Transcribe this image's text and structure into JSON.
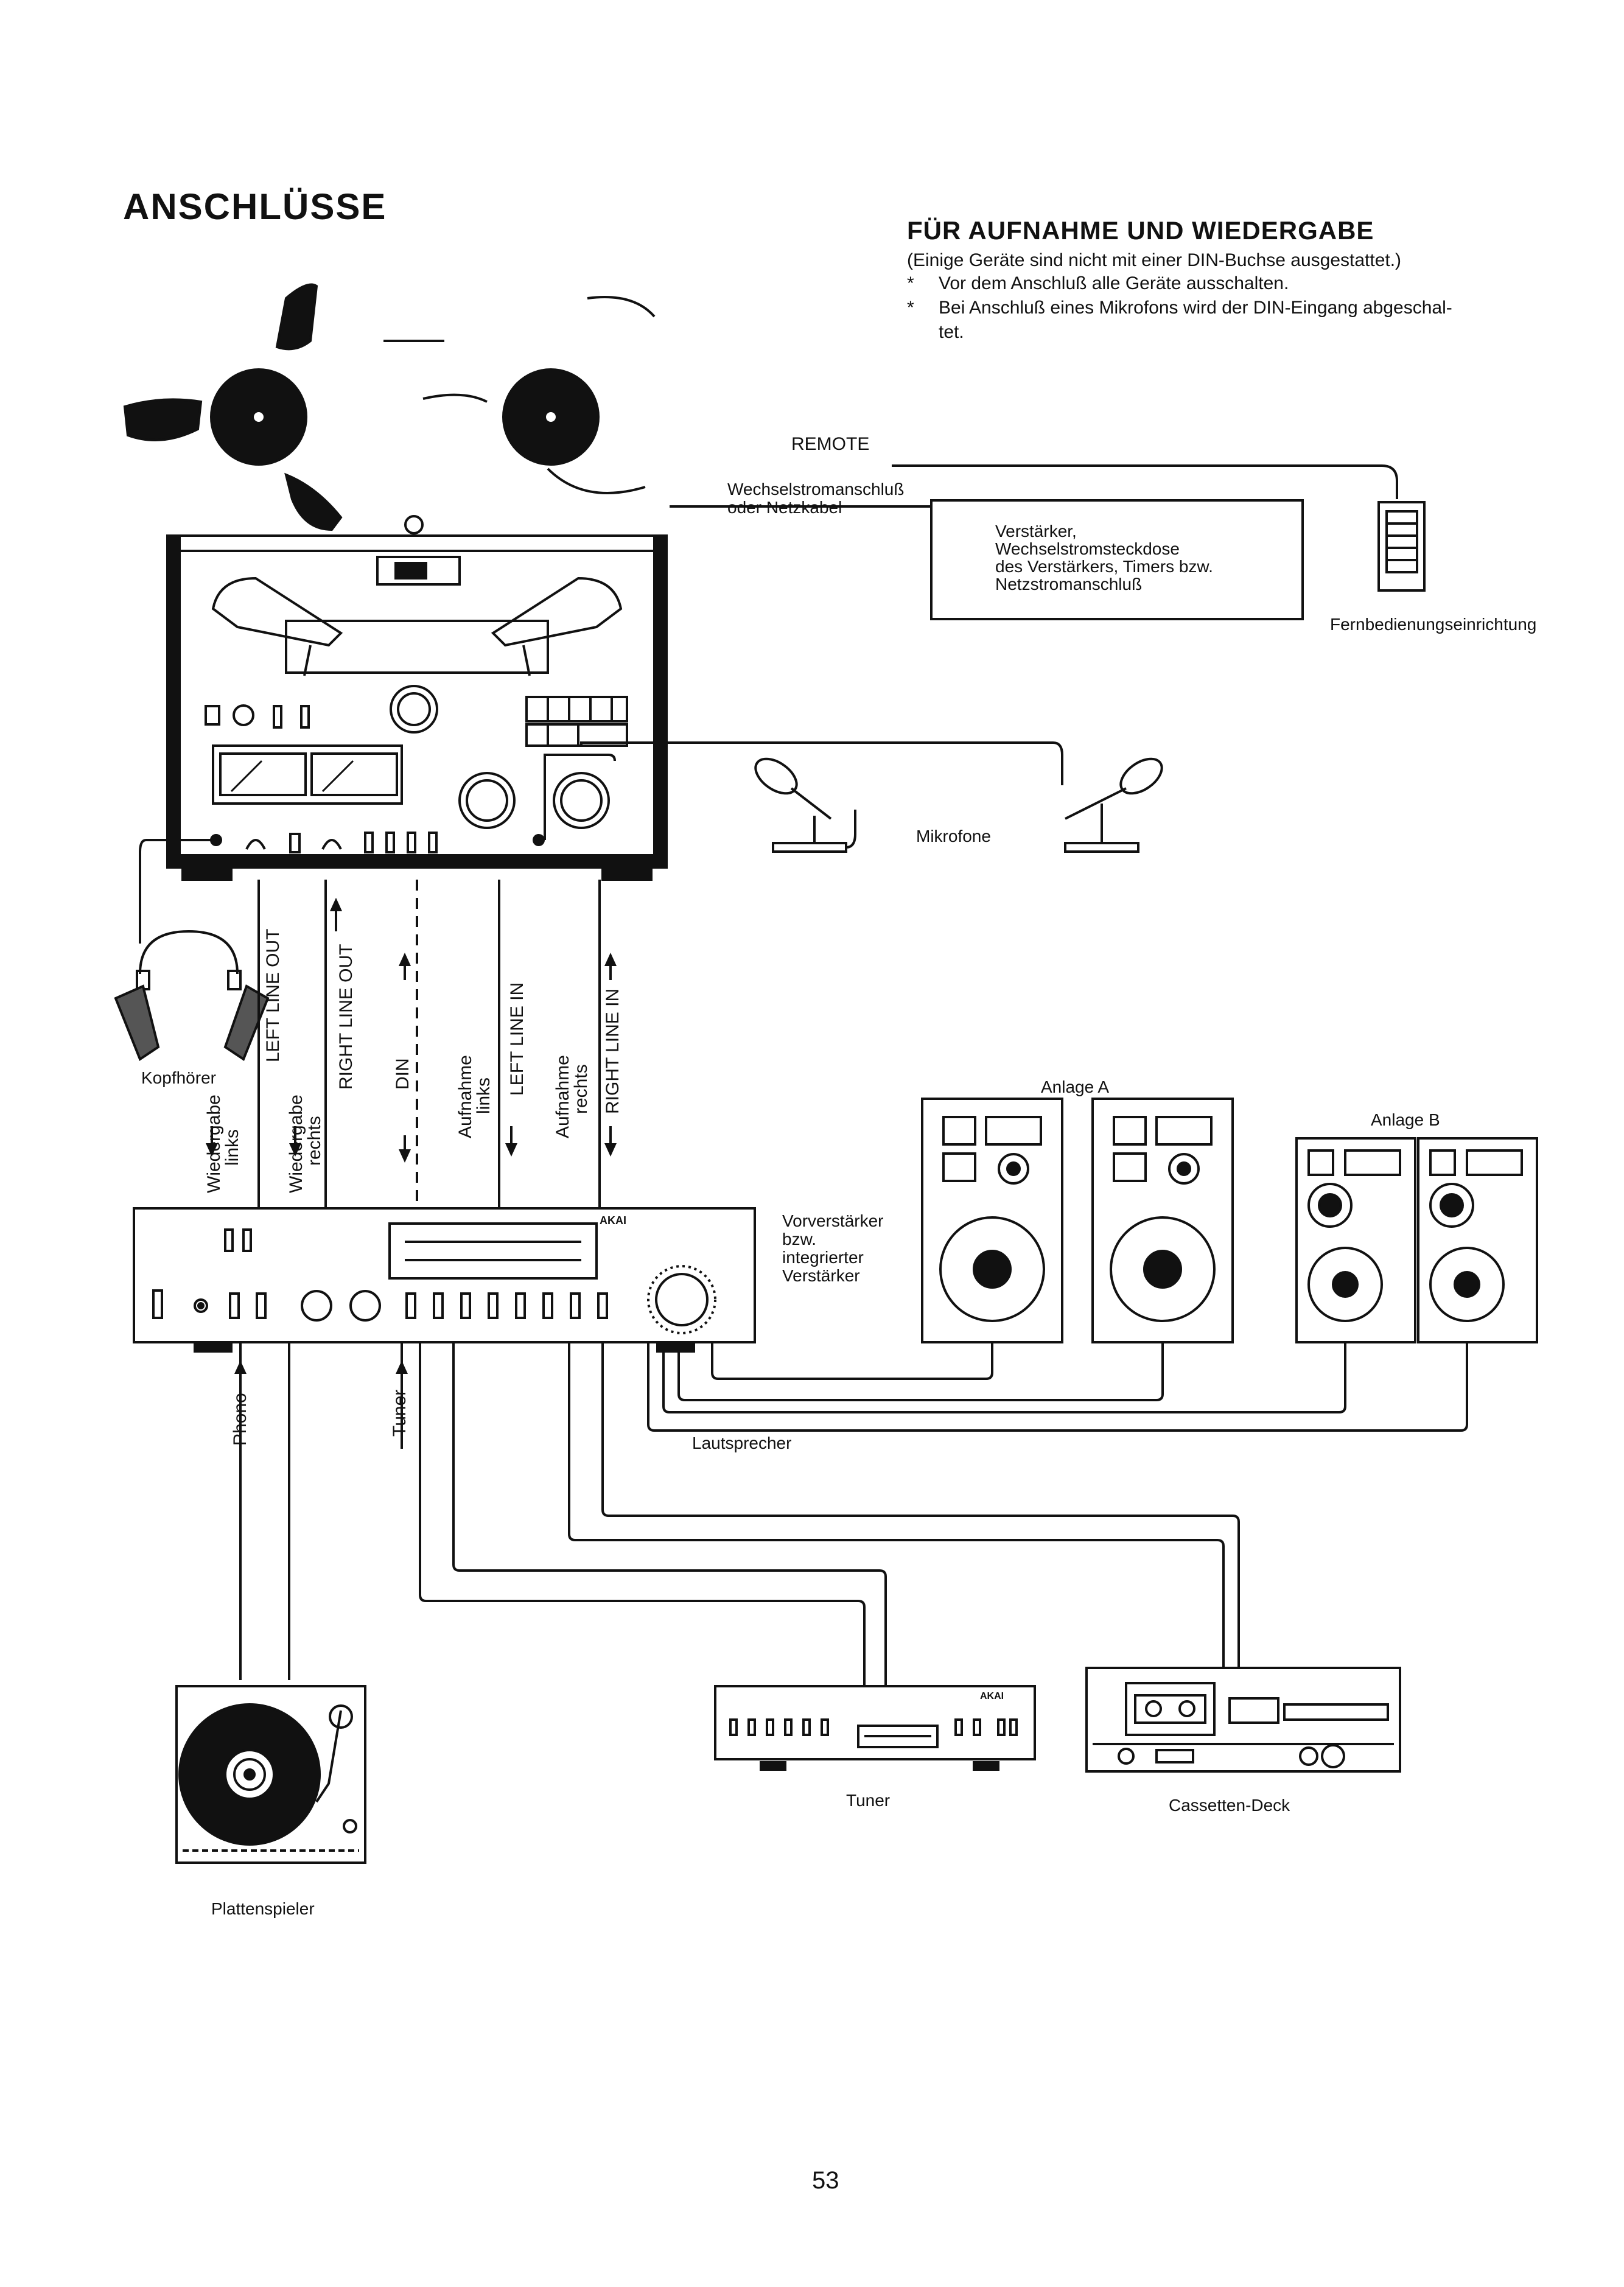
{
  "page": {
    "title": "ANSCHLÜSSE",
    "subtitle": "FÜR AUFNAHME UND WIEDERGABE",
    "intro": "(Einige Geräte sind nicht mit einer DIN-Buchse ausgestattet.)",
    "notes": [
      "Vor dem Anschluß alle Geräte ausschalten.",
      "Bei Anschluß eines Mikrofons wird der DIN-Eingang abgeschal-",
      "tet."
    ],
    "bullet": "*",
    "page_number": "53"
  },
  "labels": {
    "remote": "REMOTE",
    "ac_line1": "Wechselstromanschluß",
    "ac_line2": "oder Netzkabel",
    "amp_box": [
      "Verstärker,",
      "Wechselstromsteckdose",
      "des Verstärkers, Timers bzw.",
      "Netzstromanschluß"
    ],
    "remote_unit": "Fernbedienungseinrichtung",
    "microphones": "Mikrofone",
    "headphones": "Kopfhörer",
    "system_a": "Anlage A",
    "system_b": "Anlage B",
    "preamp": [
      "Vorverstärker",
      "bzw.",
      "integrierter",
      "Verstärker"
    ],
    "speakers": "Lautsprecher",
    "turntable": "Plattenspieler",
    "tuner": "Tuner",
    "cassette": "Cassetten-Deck",
    "brand": "AKAI"
  },
  "vertical_labels": {
    "left_line_out": "LEFT LINE OUT",
    "right_line_out": "RIGHT LINE OUT",
    "din": "DIN",
    "left_line_in": "LEFT LINE IN",
    "right_line_in": "RIGHT LINE IN",
    "playback_left": [
      "Wiedergabe",
      "links"
    ],
    "playback_right": [
      "Wiedergabe",
      "rechts"
    ],
    "record_left": [
      "Aufnahme",
      "links"
    ],
    "record_right": [
      "Aufnahme",
      "rechts"
    ],
    "phono": "Phono",
    "tuner_in": "Tuner"
  }
}
